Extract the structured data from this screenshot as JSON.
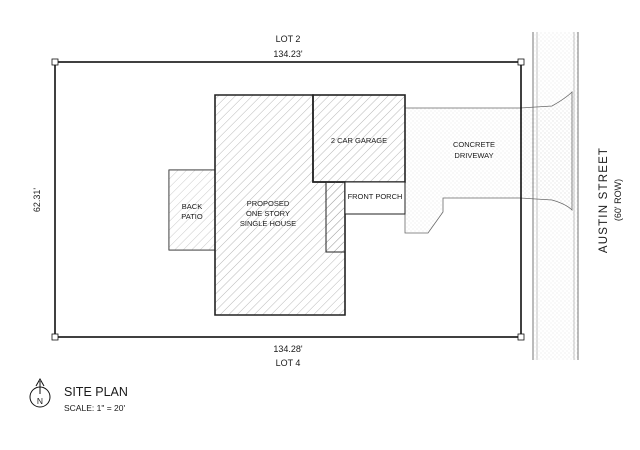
{
  "lot_top": "LOT 2",
  "lot_bottom": "LOT 4",
  "dim_top": "134.23'",
  "dim_bottom": "134.28'",
  "dim_left": "62.31'",
  "house": {
    "line1": "PROPOSED",
    "line2": "ONE STORY",
    "line3": "SINGLE HOUSE"
  },
  "garage": "2 CAR GARAGE",
  "driveway": {
    "line1": "CONCRETE",
    "line2": "DRIVEWAY"
  },
  "porch": "FRONT PORCH",
  "patio": {
    "line1": "BACK",
    "line2": "PATIO"
  },
  "street": {
    "name": "AUSTIN STREET",
    "row": "(60' ROW)"
  },
  "title": "SITE PLAN",
  "scale": "SCALE: 1\" = 20'",
  "north": "N"
}
